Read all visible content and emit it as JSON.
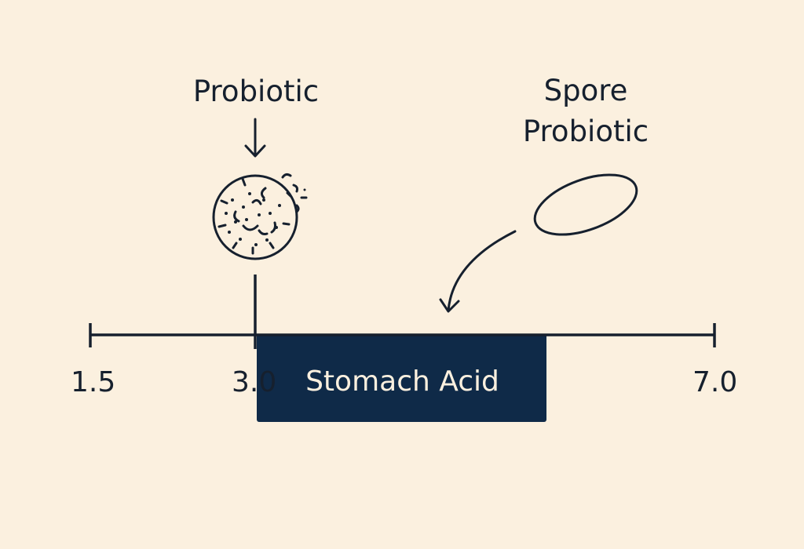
{
  "labels": {
    "probiotic": "Probiotic",
    "spore_probiotic_line1": "Spore",
    "spore_probiotic_line2": "Probiotic",
    "stomach_acid": "Stomach Acid"
  },
  "scale": {
    "ticks": [
      "1.5",
      "3.0",
      "7.0"
    ]
  },
  "colors": {
    "background": "#fbf0df",
    "ink": "#16202e",
    "acid_band": "#0f2a48",
    "acid_text": "#fbf0df"
  }
}
